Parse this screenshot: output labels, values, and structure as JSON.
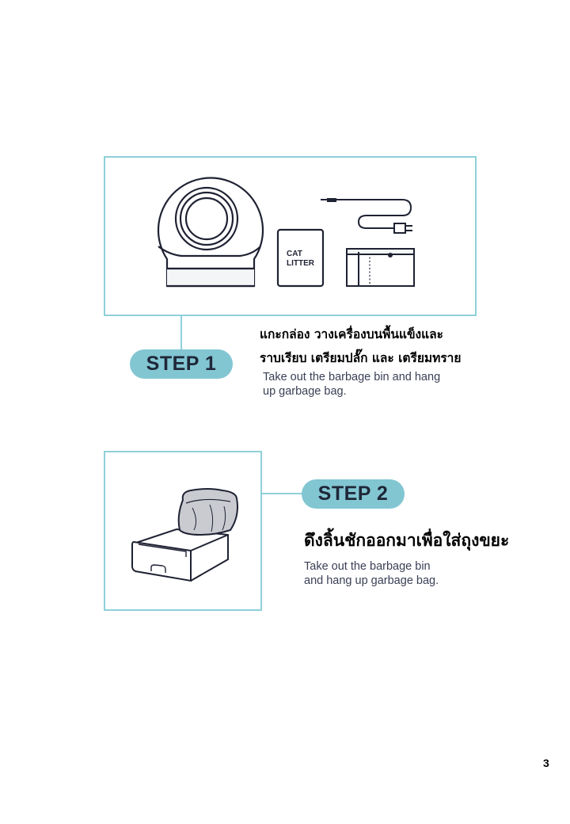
{
  "step1": {
    "label": "STEP 1",
    "thai_line1": "แกะกล่อง วางเครื่องบนพื้นแข็งและ",
    "thai_line2": "ราบเรียบ เตรียมปลั๊ก และ เตรียมทราย",
    "english_line1": "Take out the barbage bin and hang",
    "english_line2": "up garbage bag.",
    "cat_litter_label_line1": "CAT",
    "cat_litter_label_line2": "LITTER"
  },
  "step2": {
    "label": "STEP 2",
    "thai": "ดึงลิ้นชักออกมาเพื่อใส่ถุงขยะ",
    "english_line1": "Take out the barbage bin",
    "english_line2": "and hang up garbage bag."
  },
  "page_number": "3",
  "colors": {
    "frame_border": "#8fd0da",
    "step_pill": "#82c6d2",
    "line_art": "#1f2233"
  },
  "icons": [
    "litter-box-machine-icon",
    "cat-litter-bag-icon",
    "power-cable-icon",
    "litter-box-bag-icon",
    "drawer-with-bag-icon"
  ]
}
